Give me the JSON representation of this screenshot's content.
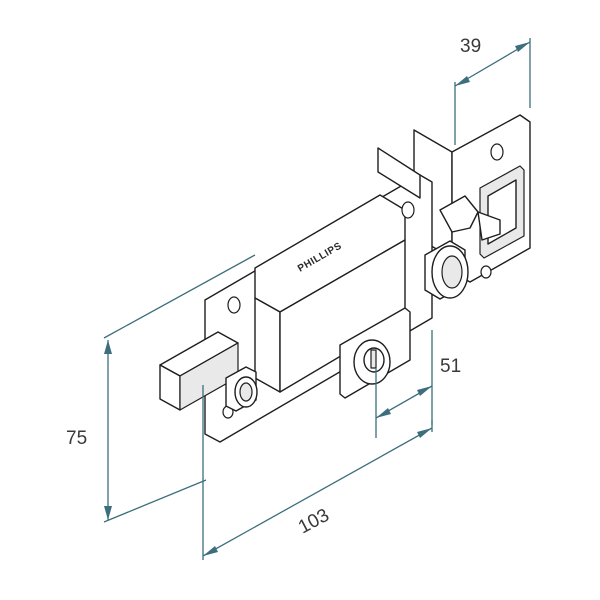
{
  "brand_label": "PHILLIPS",
  "dimensions": {
    "depth_top": "39",
    "key_offset": "51",
    "height": "75",
    "length": "103"
  },
  "colors": {
    "dimension_lines": "#3c6e7d",
    "dimension_text": "#3a3a3a",
    "outline": "#1e1e1e"
  }
}
